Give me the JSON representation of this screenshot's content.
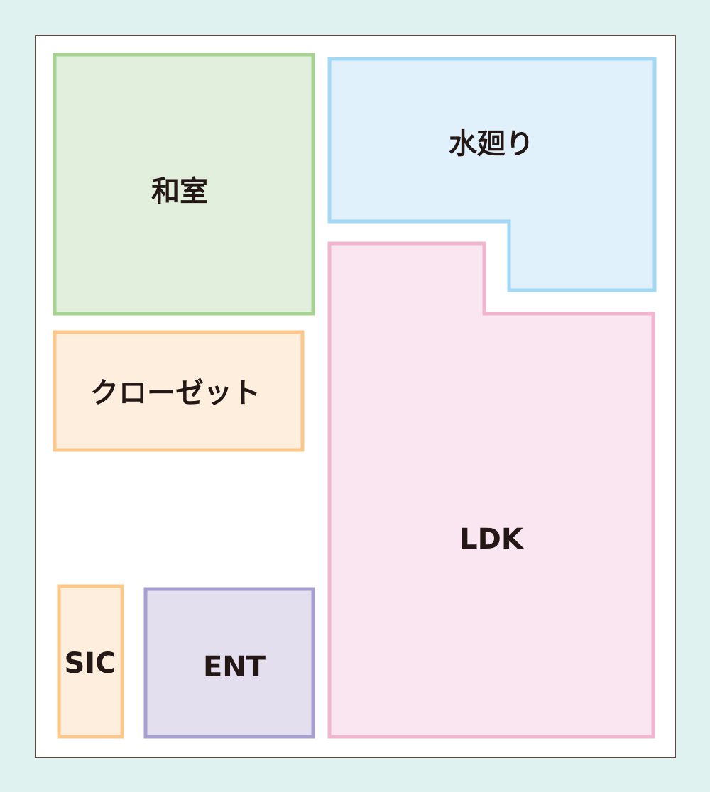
{
  "rooms": {
    "washitsu": {
      "label": "和室",
      "fill": "#e3efdd",
      "stroke": "#a6d392"
    },
    "mizumawari": {
      "label": "水廻り",
      "fill": "#e0f1fb",
      "stroke": "#a1d8f5"
    },
    "closet": {
      "label": "クローゼット",
      "fill": "#fdeedd",
      "stroke": "#fac88a"
    },
    "ldk": {
      "label": "LDK",
      "fill": "#fae6f0",
      "stroke": "#f2b5cf"
    },
    "sic": {
      "label": "SIC",
      "fill": "#fdeedd",
      "stroke": "#fac88a"
    },
    "ent": {
      "label": "ENT",
      "fill": "#e3dfef",
      "stroke": "#a79fd1"
    }
  },
  "colors": {
    "background": "#dff2ef",
    "frame": "#5a4a46",
    "text": "#231815"
  }
}
